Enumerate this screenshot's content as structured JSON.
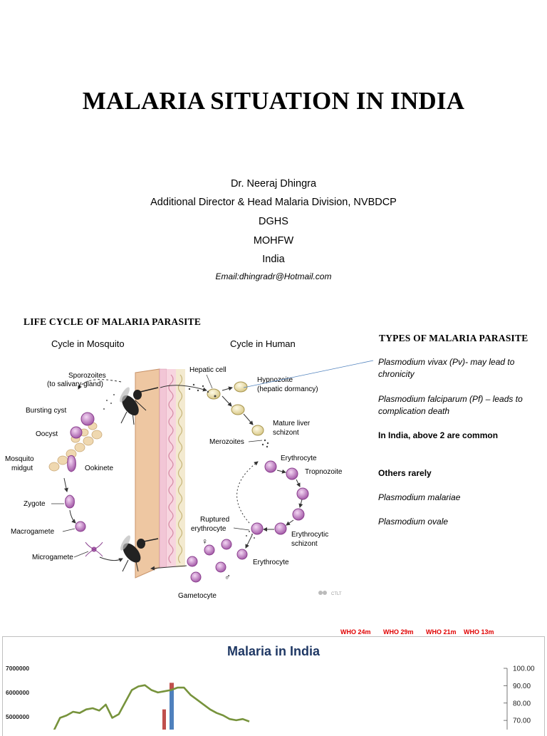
{
  "slide": {
    "title": "MALARIA SITUATION IN INDIA",
    "author": {
      "name": "Dr. Neeraj Dhingra",
      "designation": "Additional Director & Head Malaria Division, NVBDCP",
      "org1": "DGHS",
      "org2": "MOHFW",
      "country": "India",
      "email": "Email:dhingradr@Hotmail.com"
    }
  },
  "lifecycle": {
    "heading": "LIFE CYCLE OF MALARIA PARASITE",
    "cycle_mosquito": "Cycle in Mosquito",
    "cycle_human": "Cycle in Human",
    "labels": {
      "sporozoites": "Sporozoites",
      "to_salivary": "(to salivary gland)",
      "bursting_cyst": "Bursting cyst",
      "oocyst": "Oocyst",
      "mosquito": "Mosquito",
      "midgut": "midgut",
      "ookinete": "Ookinete",
      "zygote": "Zygote",
      "macrogamete": "Macrogamete",
      "microgamete": "Microgamete",
      "hepatic_cell": "Hepatic cell",
      "hypnozoite": "Hypnozoite",
      "hepatic_dormancy": "(hepatic dormancy)",
      "mature_liver": "Mature liver",
      "schizont": "schizont",
      "merozoites": "Merozoites",
      "erythrocyte_top": "Erythrocyte",
      "tropnozoite": "Tropnozoite",
      "ruptured": "Ruptured",
      "erythrocyte_r": "erythrocyte",
      "erythrocytic": "Erythrocytic",
      "schizont2": "schizont",
      "erythrocyte_bottom": "Erythrocyte",
      "gametocyte": "Gametocyte",
      "female_symbol": "♀",
      "male_symbol": "♂",
      "credit": "CTLT"
    }
  },
  "types": {
    "heading": "TYPES OF MALARIA PARASITE",
    "vivax": "Plasmodium vivax (Pv)- may lead to chronicity",
    "falciparum": "Plasmodium falciparum (Pf) – leads to complication death",
    "india_common": "In India, above 2 are common",
    "others": "Others rarely",
    "malariae": "Plasmodium malariae",
    "ovale": "Plasmodium ovale"
  },
  "chart_data": {
    "type": "line",
    "title": "Malaria in India",
    "annotations": [
      "WHO 24m",
      "WHO 29m",
      "WHO 21m",
      "WHO 13m"
    ],
    "y_left_ticks": [
      "7000000",
      "6000000",
      "5000000"
    ],
    "y_right_ticks": [
      "100.00",
      "90.00",
      "80.00",
      "70.00"
    ],
    "ylim_left": [
      4700000,
      7000000
    ],
    "ylim_right": [
      68,
      100
    ],
    "series": [
      {
        "values": [
          4300000,
          4400000,
          4950000,
          5050000,
          5200000,
          5150000,
          5300000,
          5350000,
          5250000,
          5500000,
          4950000,
          5100000,
          5600000,
          6100000,
          6250000,
          6300000,
          6100000,
          6000000,
          6050000,
          6100000,
          6200000,
          6200000,
          5900000,
          5700000,
          5500000,
          5300000,
          5150000,
          5050000,
          4900000,
          4850000,
          4900000,
          4800000
        ],
        "color": "#77933c"
      }
    ],
    "bars": [
      {
        "total": 5300000,
        "color": "#c0504d"
      },
      {
        "total": 6400000,
        "pv": 6100000,
        "colors": [
          "#4f81bd",
          "#c0504d"
        ]
      }
    ],
    "colors": {
      "line": "#77933c",
      "pf": "#c0504d",
      "pv": "#4f81bd",
      "annotation": "#e00000",
      "title": "#1f3864"
    }
  }
}
